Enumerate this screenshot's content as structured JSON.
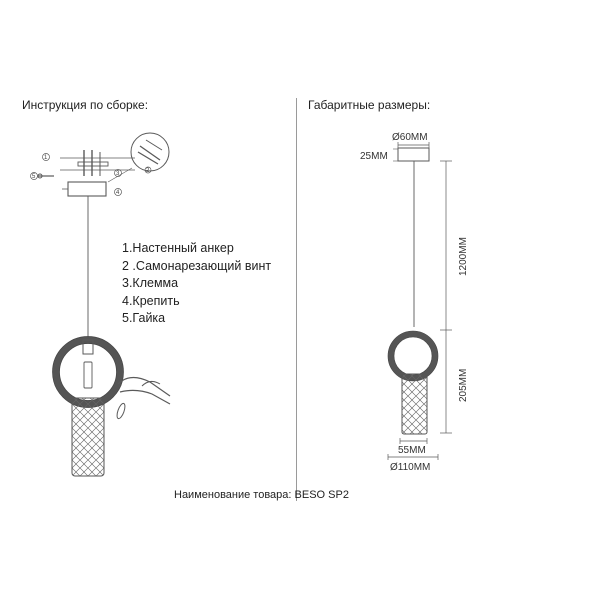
{
  "headings": {
    "assembly": "Инструкция по сборке:",
    "dimensions": "Габаритные размеры:"
  },
  "parts": [
    "1.Настенный анкер",
    "2 .Самонарезающий винт",
    "3.Клемма",
    "4.Крепить",
    "5.Гайка"
  ],
  "callouts": [
    "1",
    "2",
    "3",
    "4",
    "5"
  ],
  "dimensions": {
    "canopy_diameter": "Ø60MM",
    "canopy_height": "25MM",
    "cable_length": "1200MM",
    "body_height": "205MM",
    "shade_diameter": "55MM",
    "ring_diameter": "Ø110MM"
  },
  "product": "Наименование товара: BESO SP2"
}
